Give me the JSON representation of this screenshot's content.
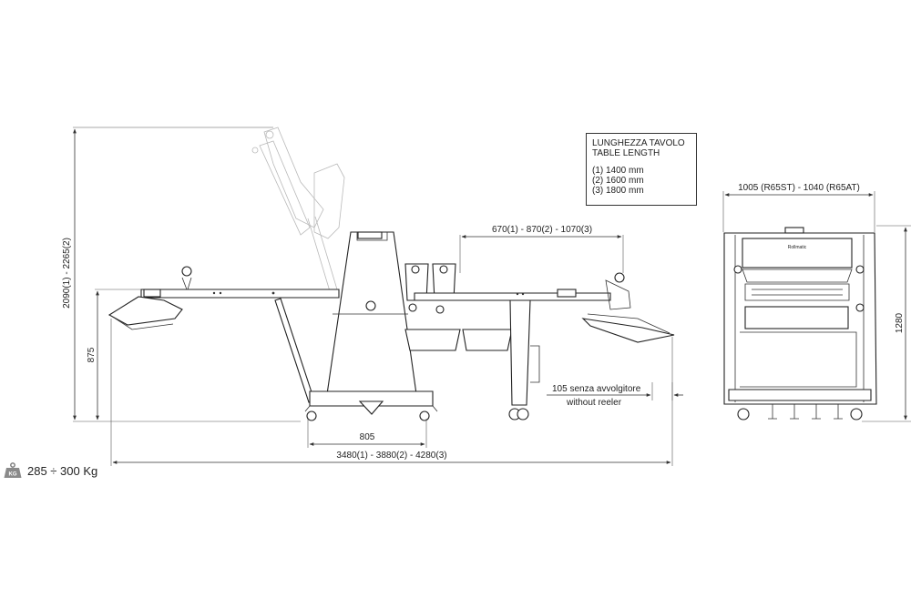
{
  "legend": {
    "title_it": "LUNGHEZZA TAVOLO",
    "title_en": "TABLE LENGTH",
    "options": [
      "(1) 1400 mm",
      "(2) 1600 mm",
      "(3) 1800 mm"
    ]
  },
  "dimensions": {
    "height_total": "2090(1) - 2265(2)",
    "height_table": "875",
    "table_extension": "670(1) - 870(2) - 1070(3)",
    "base_width": "805",
    "overall_length": "3480(1) - 3880(2) - 4280(3)",
    "reeler_it": "105 senza avvolgitore",
    "reeler_en": "without reeler",
    "side_width": "1005 (R65ST) - 1040 (R65AT)",
    "side_height": "1280"
  },
  "weight": {
    "icon": "weight-kg-icon",
    "icon_text": "KG",
    "label": "285 ÷ 300 Kg"
  },
  "brand_plate": "Rollmatic"
}
